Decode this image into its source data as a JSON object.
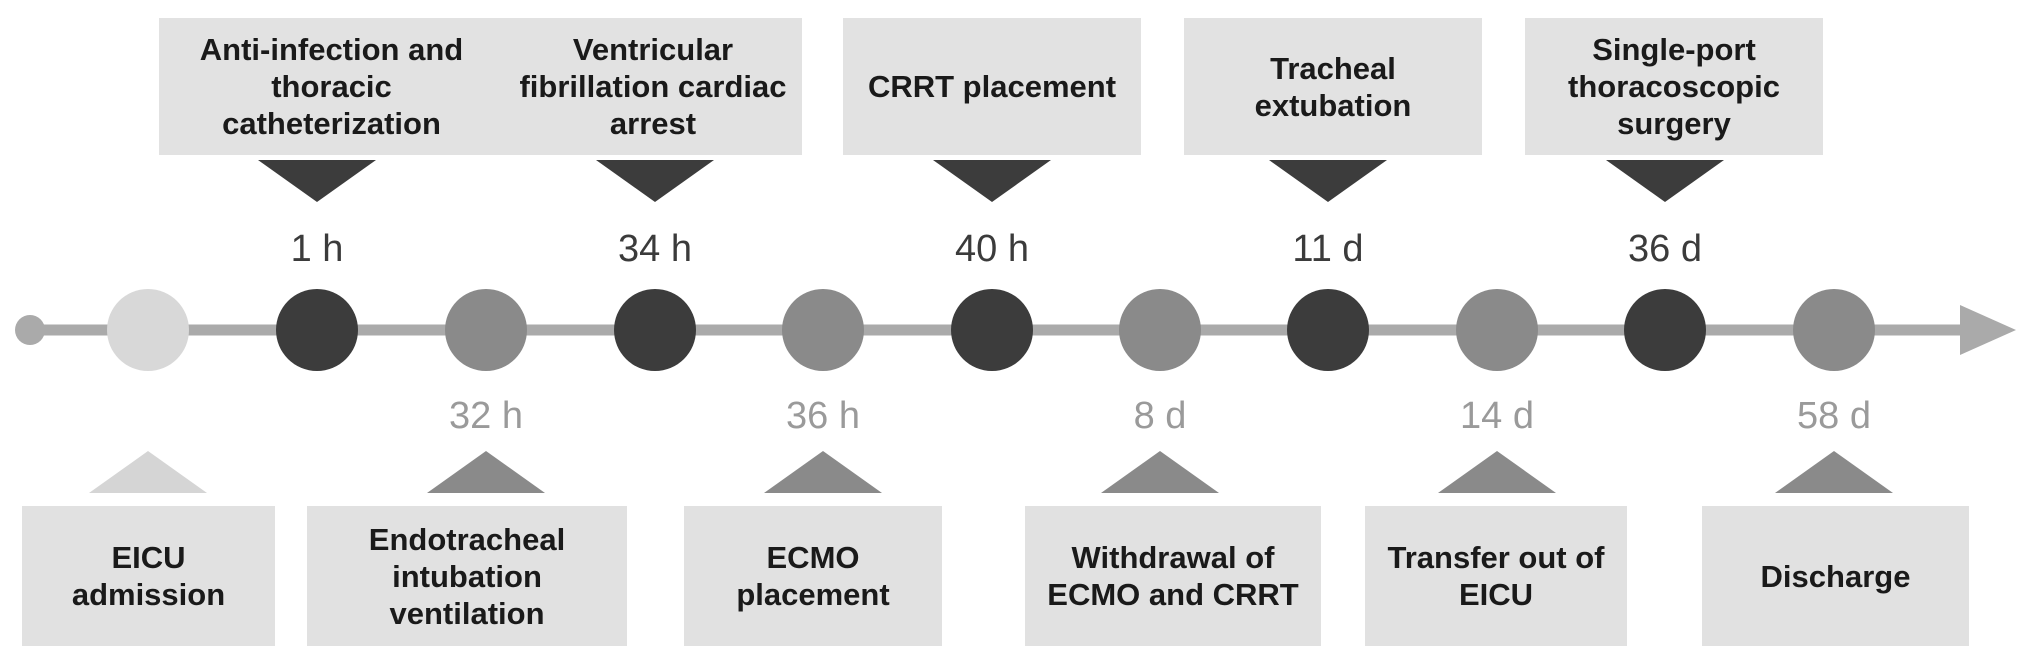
{
  "colors": {
    "axis": "#aaaaaa",
    "start_dot": "#aaaaaa",
    "milestone_light": "#d8d8d8",
    "milestone_dark": "#3c3c3c",
    "milestone_mid": "#8a8a8a",
    "pointer_dark": "#3c3c3c",
    "pointer_light": "#d5d5d5",
    "pointer_mid": "#8a8a8a",
    "box_fill": "#e2e2e2",
    "label_above": "#3b3b3b",
    "label_below": "#9a9a9a"
  },
  "milestones": [
    {
      "id": "m0",
      "time": "",
      "position": "below",
      "shade": "light",
      "event": "EICU admission"
    },
    {
      "id": "m1",
      "time": "1 h",
      "position": "above",
      "shade": "dark",
      "event": "Anti-infection and thoracic catheterization"
    },
    {
      "id": "m2",
      "time": "32 h",
      "position": "below",
      "shade": "mid",
      "event": "Endotracheal intubation ventilation"
    },
    {
      "id": "m3",
      "time": "34 h",
      "position": "above",
      "shade": "dark",
      "event": "Ventricular fibrillation cardiac arrest"
    },
    {
      "id": "m4",
      "time": "36 h",
      "position": "below",
      "shade": "mid",
      "event": "ECMO placement"
    },
    {
      "id": "m5",
      "time": "40 h",
      "position": "above",
      "shade": "dark",
      "event": "CRRT placement"
    },
    {
      "id": "m6",
      "time": "8 d",
      "position": "below",
      "shade": "mid",
      "event": "Withdrawal of ECMO and CRRT"
    },
    {
      "id": "m7",
      "time": "11 d",
      "position": "above",
      "shade": "dark",
      "event": "Tracheal extubation"
    },
    {
      "id": "m8",
      "time": "14 d",
      "position": "below",
      "shade": "mid",
      "event": "Transfer out of EICU"
    },
    {
      "id": "m9",
      "time": "36 d",
      "position": "above",
      "shade": "dark",
      "event": "Single-port thoracoscopic surgery"
    },
    {
      "id": "m10",
      "time": "58 d",
      "position": "below",
      "shade": "mid",
      "event": "Discharge"
    }
  ]
}
